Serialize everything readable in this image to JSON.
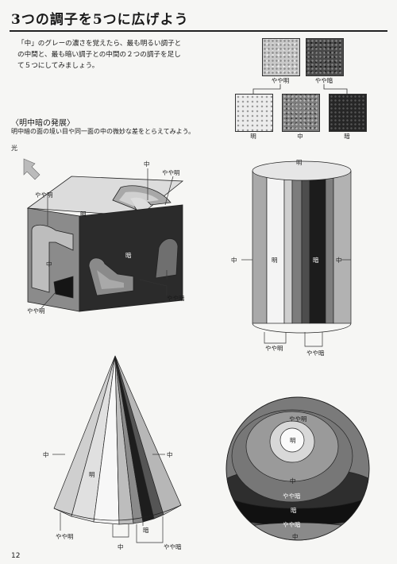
{
  "header": {
    "title": "3つの調子を5つに広げよう"
  },
  "intro": {
    "line1": "「中」のグレーの濃さを覚えたら、最も明るい調子と",
    "line2": "の中間と、最も暗い調子との中間の２つの調子を足し",
    "line3": "て５つにしてみましょう。"
  },
  "swatches": {
    "top": [
      "やや明",
      "やや暗"
    ],
    "bottom": [
      "明",
      "中",
      "暗"
    ]
  },
  "section": {
    "title": "〈明中暗の発展〉",
    "desc": "明中暗の面の境い目や同一面の中の微妙な差をとらえてみよう。",
    "light_label": "光"
  },
  "box_labels": {
    "mid_top": "中",
    "yayamei_top": "やや明",
    "yayamei_left": "やや明",
    "mei": "明",
    "naka_left": "中",
    "an": "暗",
    "yayaan_right": "やや暗",
    "yayamei_bottom": "やや明"
  },
  "cyl_labels": {
    "mei_top": "明",
    "naka_left": "中",
    "mei_mid": "明",
    "an_mid": "暗",
    "naka_right": "中",
    "yayamei": "やや明",
    "yayaan": "やや暗"
  },
  "cone_labels": {
    "naka_left": "中",
    "naka_right": "中",
    "mei": "明",
    "an": "暗",
    "yayamei": "やや明",
    "naka_bottom": "中",
    "yayaan": "やや暗"
  },
  "sphere_labels": {
    "yayamei": "やや明",
    "mei": "明",
    "naka_ring": "中",
    "yayaan": "やや暗",
    "an": "暗",
    "yayaan_bottom": "やや暗",
    "naka_bottom": "中"
  },
  "page": {
    "number": "12"
  }
}
